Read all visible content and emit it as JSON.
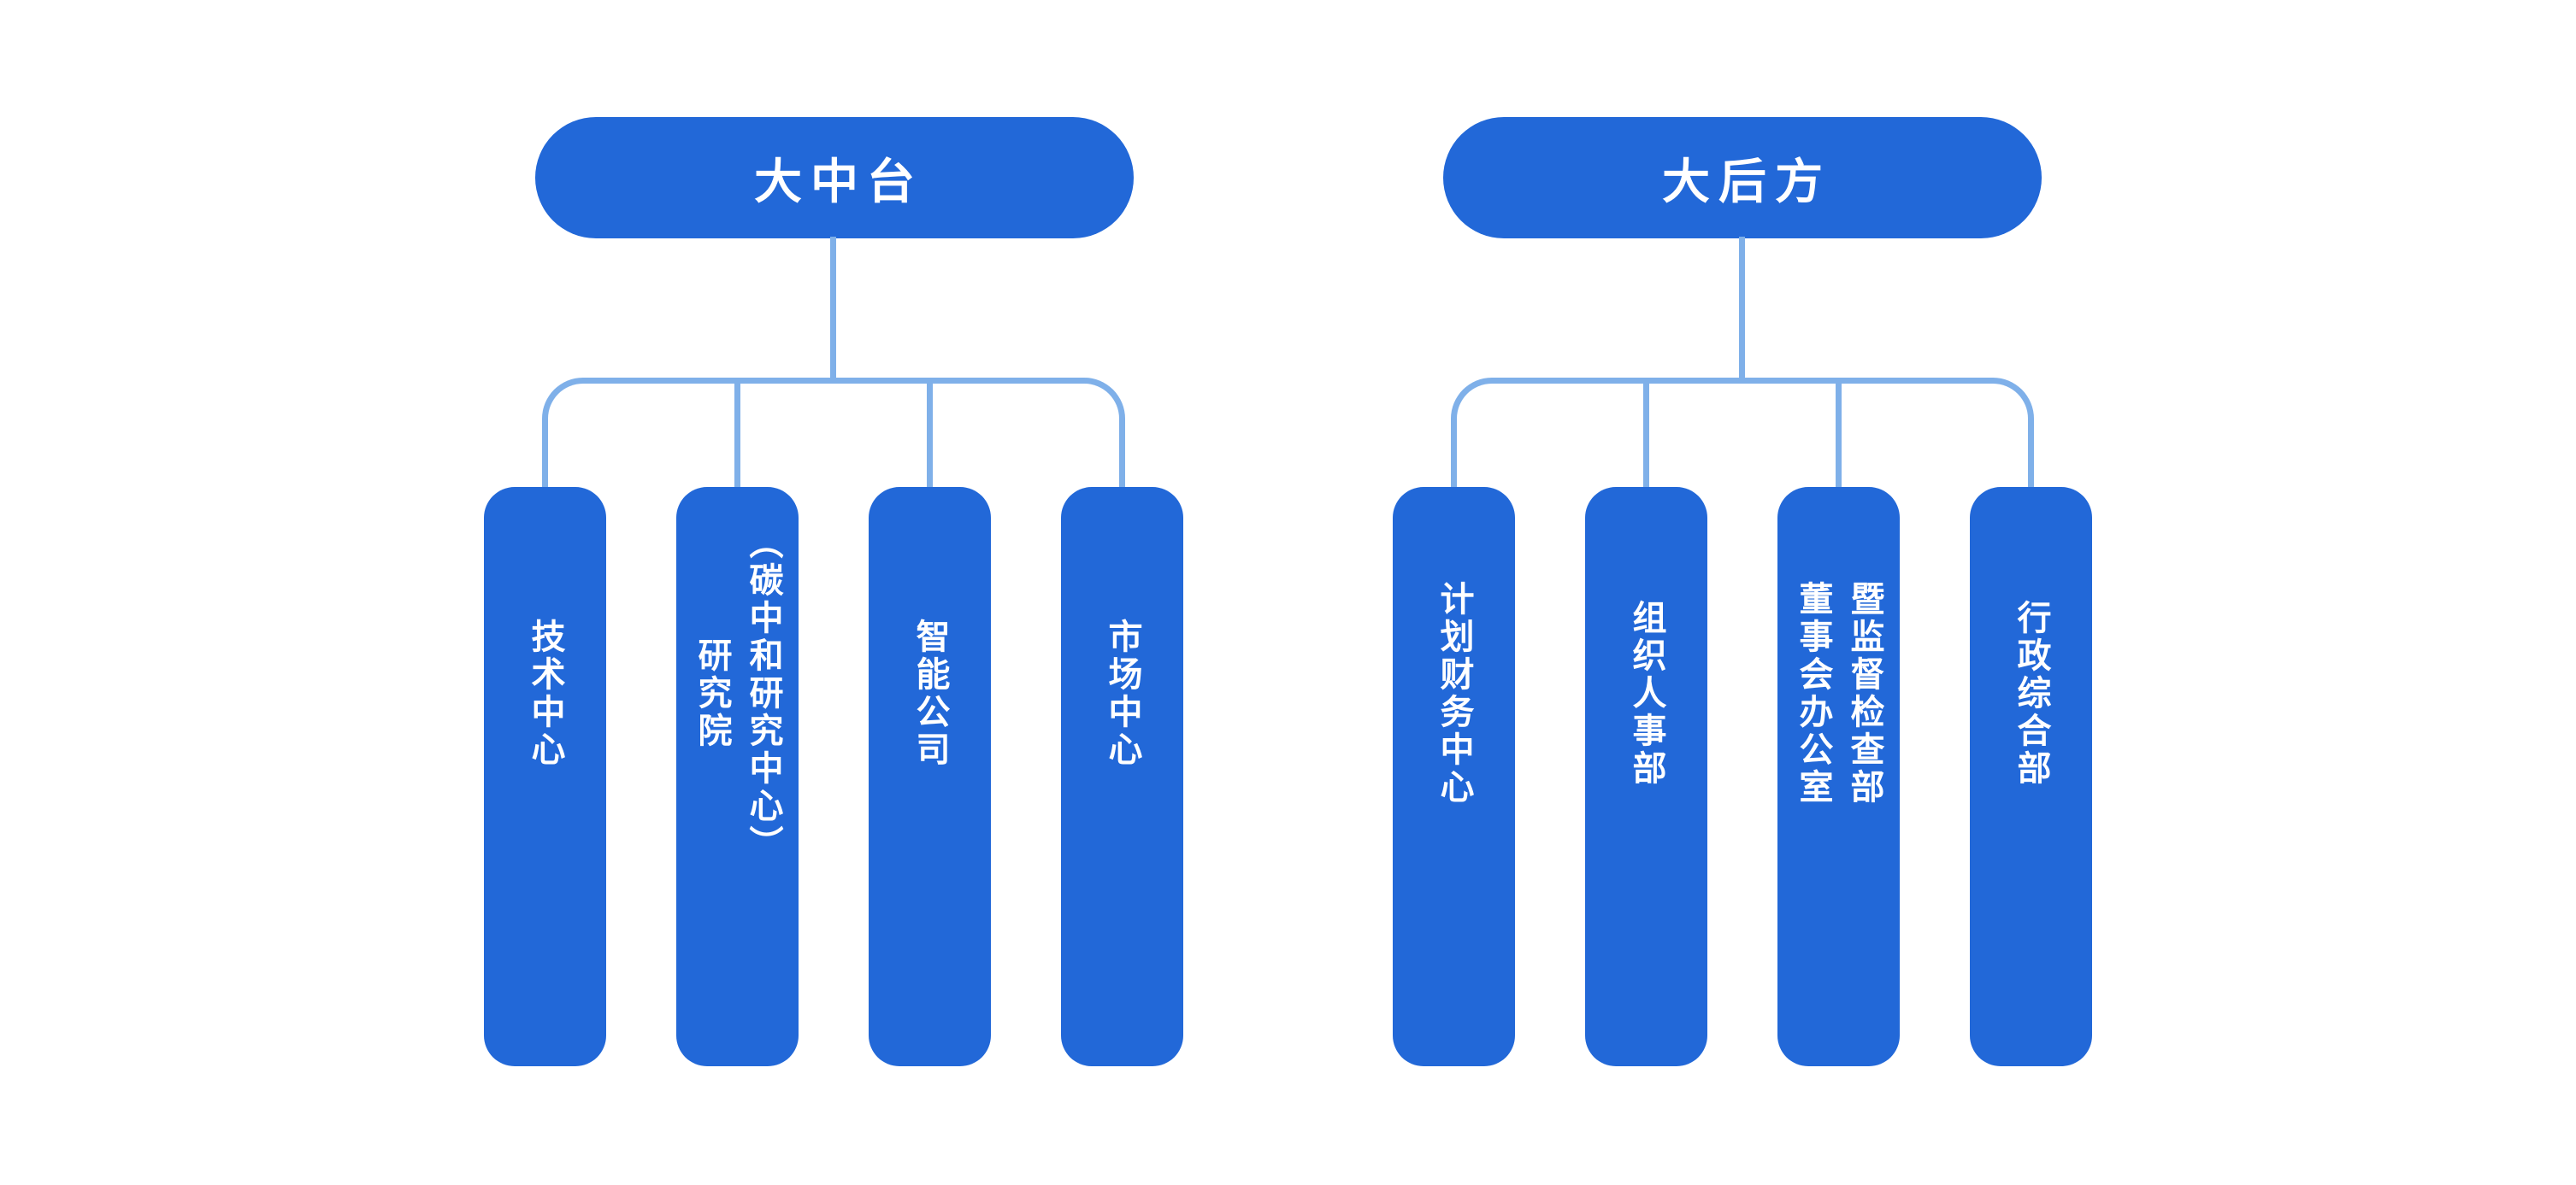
{
  "colors": {
    "background": "#ffffff",
    "node": "#2268d8",
    "connector": "#7fb0e9",
    "text": "#ffffff"
  },
  "tree": {
    "groups": [
      {
        "root": "大中台",
        "children": [
          {
            "name": "技术中心",
            "lines": [
              "技术中心"
            ]
          },
          {
            "name": "研究院（碳中和研究中心）",
            "lines": [
              "研究院",
              "（碳中和研究中心）"
            ]
          },
          {
            "name": "智能公司",
            "lines": [
              "智能公司"
            ]
          },
          {
            "name": "市场中心",
            "lines": [
              "市场中心"
            ]
          }
        ]
      },
      {
        "root": "大后方",
        "children": [
          {
            "name": "计划财务中心",
            "lines": [
              "计划财务中心"
            ]
          },
          {
            "name": "组织人事部",
            "lines": [
              "组织人事部"
            ]
          },
          {
            "name": "董事会办公室暨监督检查部",
            "lines": [
              "董事会办公室",
              "暨监督检查部"
            ]
          },
          {
            "name": "行政综合部",
            "lines": [
              "行政综合部"
            ]
          }
        ]
      }
    ]
  }
}
